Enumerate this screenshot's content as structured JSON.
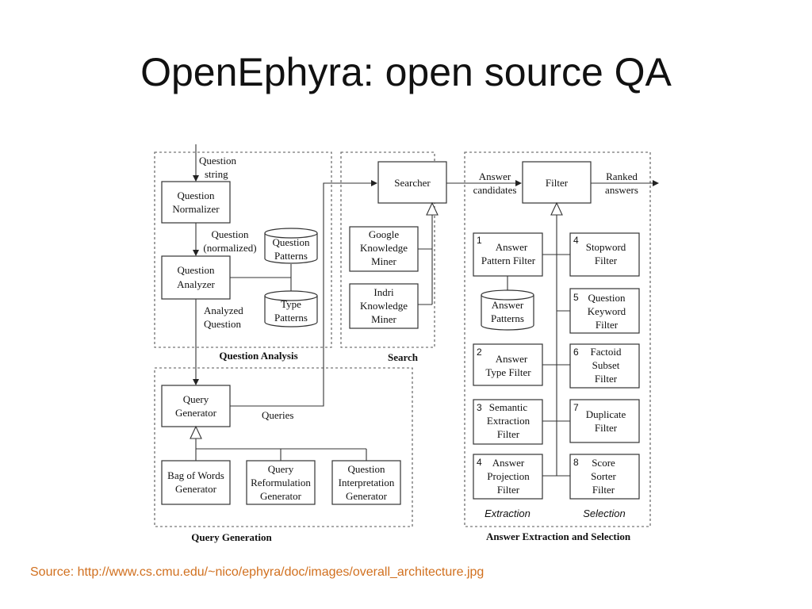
{
  "slide": {
    "title": "OpenEphyra: open source QA",
    "source": "Source: http://www.cs.cmu.edu/~nico/ephyra/doc/images/overall_architecture.jpg"
  },
  "sections": {
    "question_analysis": "Question Analysis",
    "search": "Search",
    "query_generation": "Query Generation",
    "answer_extraction": "Answer Extraction and Selection",
    "extraction": "Extraction",
    "selection": "Selection"
  },
  "boxes": {
    "question_normalizer": [
      "Question",
      "Normalizer"
    ],
    "question_analyzer": [
      "Question",
      "Analyzer"
    ],
    "question_patterns": [
      "Question",
      "Patterns"
    ],
    "type_patterns": [
      "Type",
      "Patterns"
    ],
    "searcher": [
      "Searcher"
    ],
    "google_miner": [
      "Google",
      "Knowledge",
      "Miner"
    ],
    "indri_miner": [
      "Indri",
      "Knowledge",
      "Miner"
    ],
    "filter": [
      "Filter"
    ],
    "query_generator": [
      "Query",
      "Generator"
    ],
    "bag_of_words": [
      "Bag of Words",
      "Generator"
    ],
    "query_reformulation": [
      "Query",
      "Reformulation",
      "Generator"
    ],
    "question_interpretation": [
      "Question",
      "Interpretation",
      "Generator"
    ],
    "answer_pattern_filter": {
      "num": "1",
      "lines": [
        "Answer",
        "Pattern Filter"
      ]
    },
    "answer_patterns": [
      "Answer",
      "Patterns"
    ],
    "answer_type_filter": {
      "num": "2",
      "lines": [
        "Answer",
        "Type Filter"
      ]
    },
    "semantic_extraction_filter": {
      "num": "3",
      "lines": [
        "Semantic",
        "Extraction",
        "Filter"
      ]
    },
    "answer_projection_filter": {
      "num": "4",
      "lines": [
        "Answer",
        "Projection",
        "Filter"
      ]
    },
    "stopword_filter": {
      "num": "4",
      "lines": [
        "Stopword",
        "Filter"
      ]
    },
    "question_keyword_filter": {
      "num": "5",
      "lines": [
        "Question",
        "Keyword",
        "Filter"
      ]
    },
    "factoid_subset_filter": {
      "num": "6",
      "lines": [
        "Factoid",
        "Subset",
        "Filter"
      ]
    },
    "duplicate_filter": {
      "num": "7",
      "lines": [
        "Duplicate",
        "Filter"
      ]
    },
    "score_sorter_filter": {
      "num": "8",
      "lines": [
        "Score",
        "Sorter",
        "Filter"
      ]
    }
  },
  "labels": {
    "question_string": [
      "Question",
      "string"
    ],
    "question_normalized": [
      "Question",
      "(normalized)"
    ],
    "analyzed_question": [
      "Analyzed",
      "Question"
    ],
    "queries": "Queries",
    "answer_candidates": [
      "Answer",
      "candidates"
    ],
    "ranked_answers": [
      "Ranked",
      "answers"
    ]
  }
}
